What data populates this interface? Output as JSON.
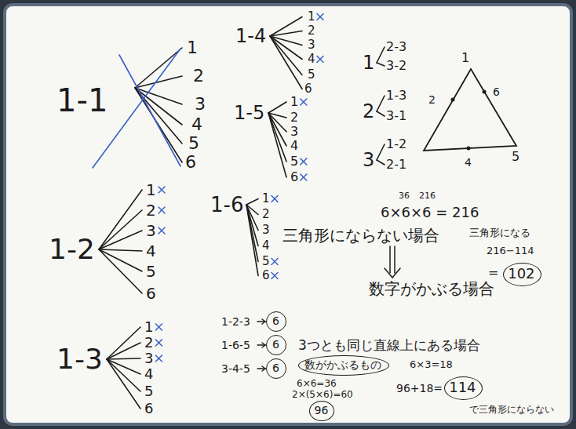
{
  "diagram": {
    "nodes": [
      {
        "text": [
          "102"
        ]
      },
      {
        "text": [
          "6"
        ]
      },
      {
        "text": [
          "6"
        ]
      },
      {
        "text": [
          "6"
        ]
      },
      {
        "text": [
          "数がかぶるもの"
        ]
      },
      {
        "text": [
          "114"
        ]
      },
      {
        "text": [
          "96"
        ]
      }
    ],
    "labels": [
      "1-1",
      "1",
      "2",
      "3",
      "4",
      "5",
      "6",
      "1-4",
      "1",
      "2",
      "3",
      "4",
      "5",
      "6",
      "1-5",
      "1",
      "2",
      "3",
      "4",
      "5",
      "6",
      "1",
      "2-3",
      "3-2",
      "2",
      "1-3",
      "3-1",
      "3",
      "1-2",
      "2-1",
      "1",
      "2",
      "6",
      "4",
      "5",
      "1-2",
      "1",
      "2",
      "3",
      "4",
      "5",
      "6",
      "1-6",
      "1",
      "2",
      "3",
      "4",
      "5",
      "6",
      "1-3",
      "1",
      "2",
      "3",
      "4",
      "5",
      "6",
      "6×6×6 = 216",
      "36",
      "216",
      "三角形にならない場合",
      "数字がかぶる場合",
      "三角形になる",
      "216−114",
      "=",
      "1-2-3",
      "1-6-5",
      "3つとも同じ直線上にある場合",
      "3-4-5",
      "6×6=36",
      "2×(5×6)=60",
      "6×3=18",
      "96+18=",
      "で三角形にならない"
    ]
  }
}
